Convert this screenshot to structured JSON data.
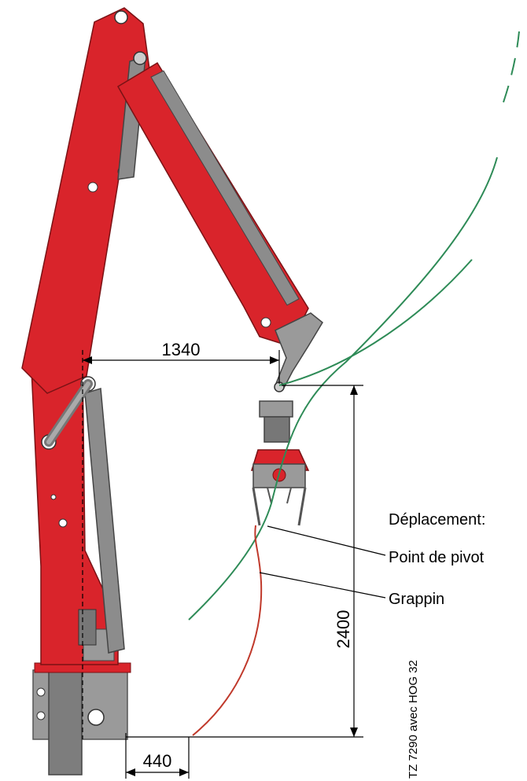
{
  "dimensions": {
    "reach_horizontal": "1340",
    "height_vertical": "2400",
    "base_offset": "440"
  },
  "legend": {
    "title": "Déplacement:",
    "pivot_point": "Point de pivot",
    "grapple": "Grappin"
  },
  "model_caption": "TZ 7290 avec HOG 32",
  "colors": {
    "crane_red": "#d9242b",
    "steel_grey": "#8c8c8c",
    "pivot_path": "#2e8b57",
    "grapple_path": "#c0392b"
  }
}
